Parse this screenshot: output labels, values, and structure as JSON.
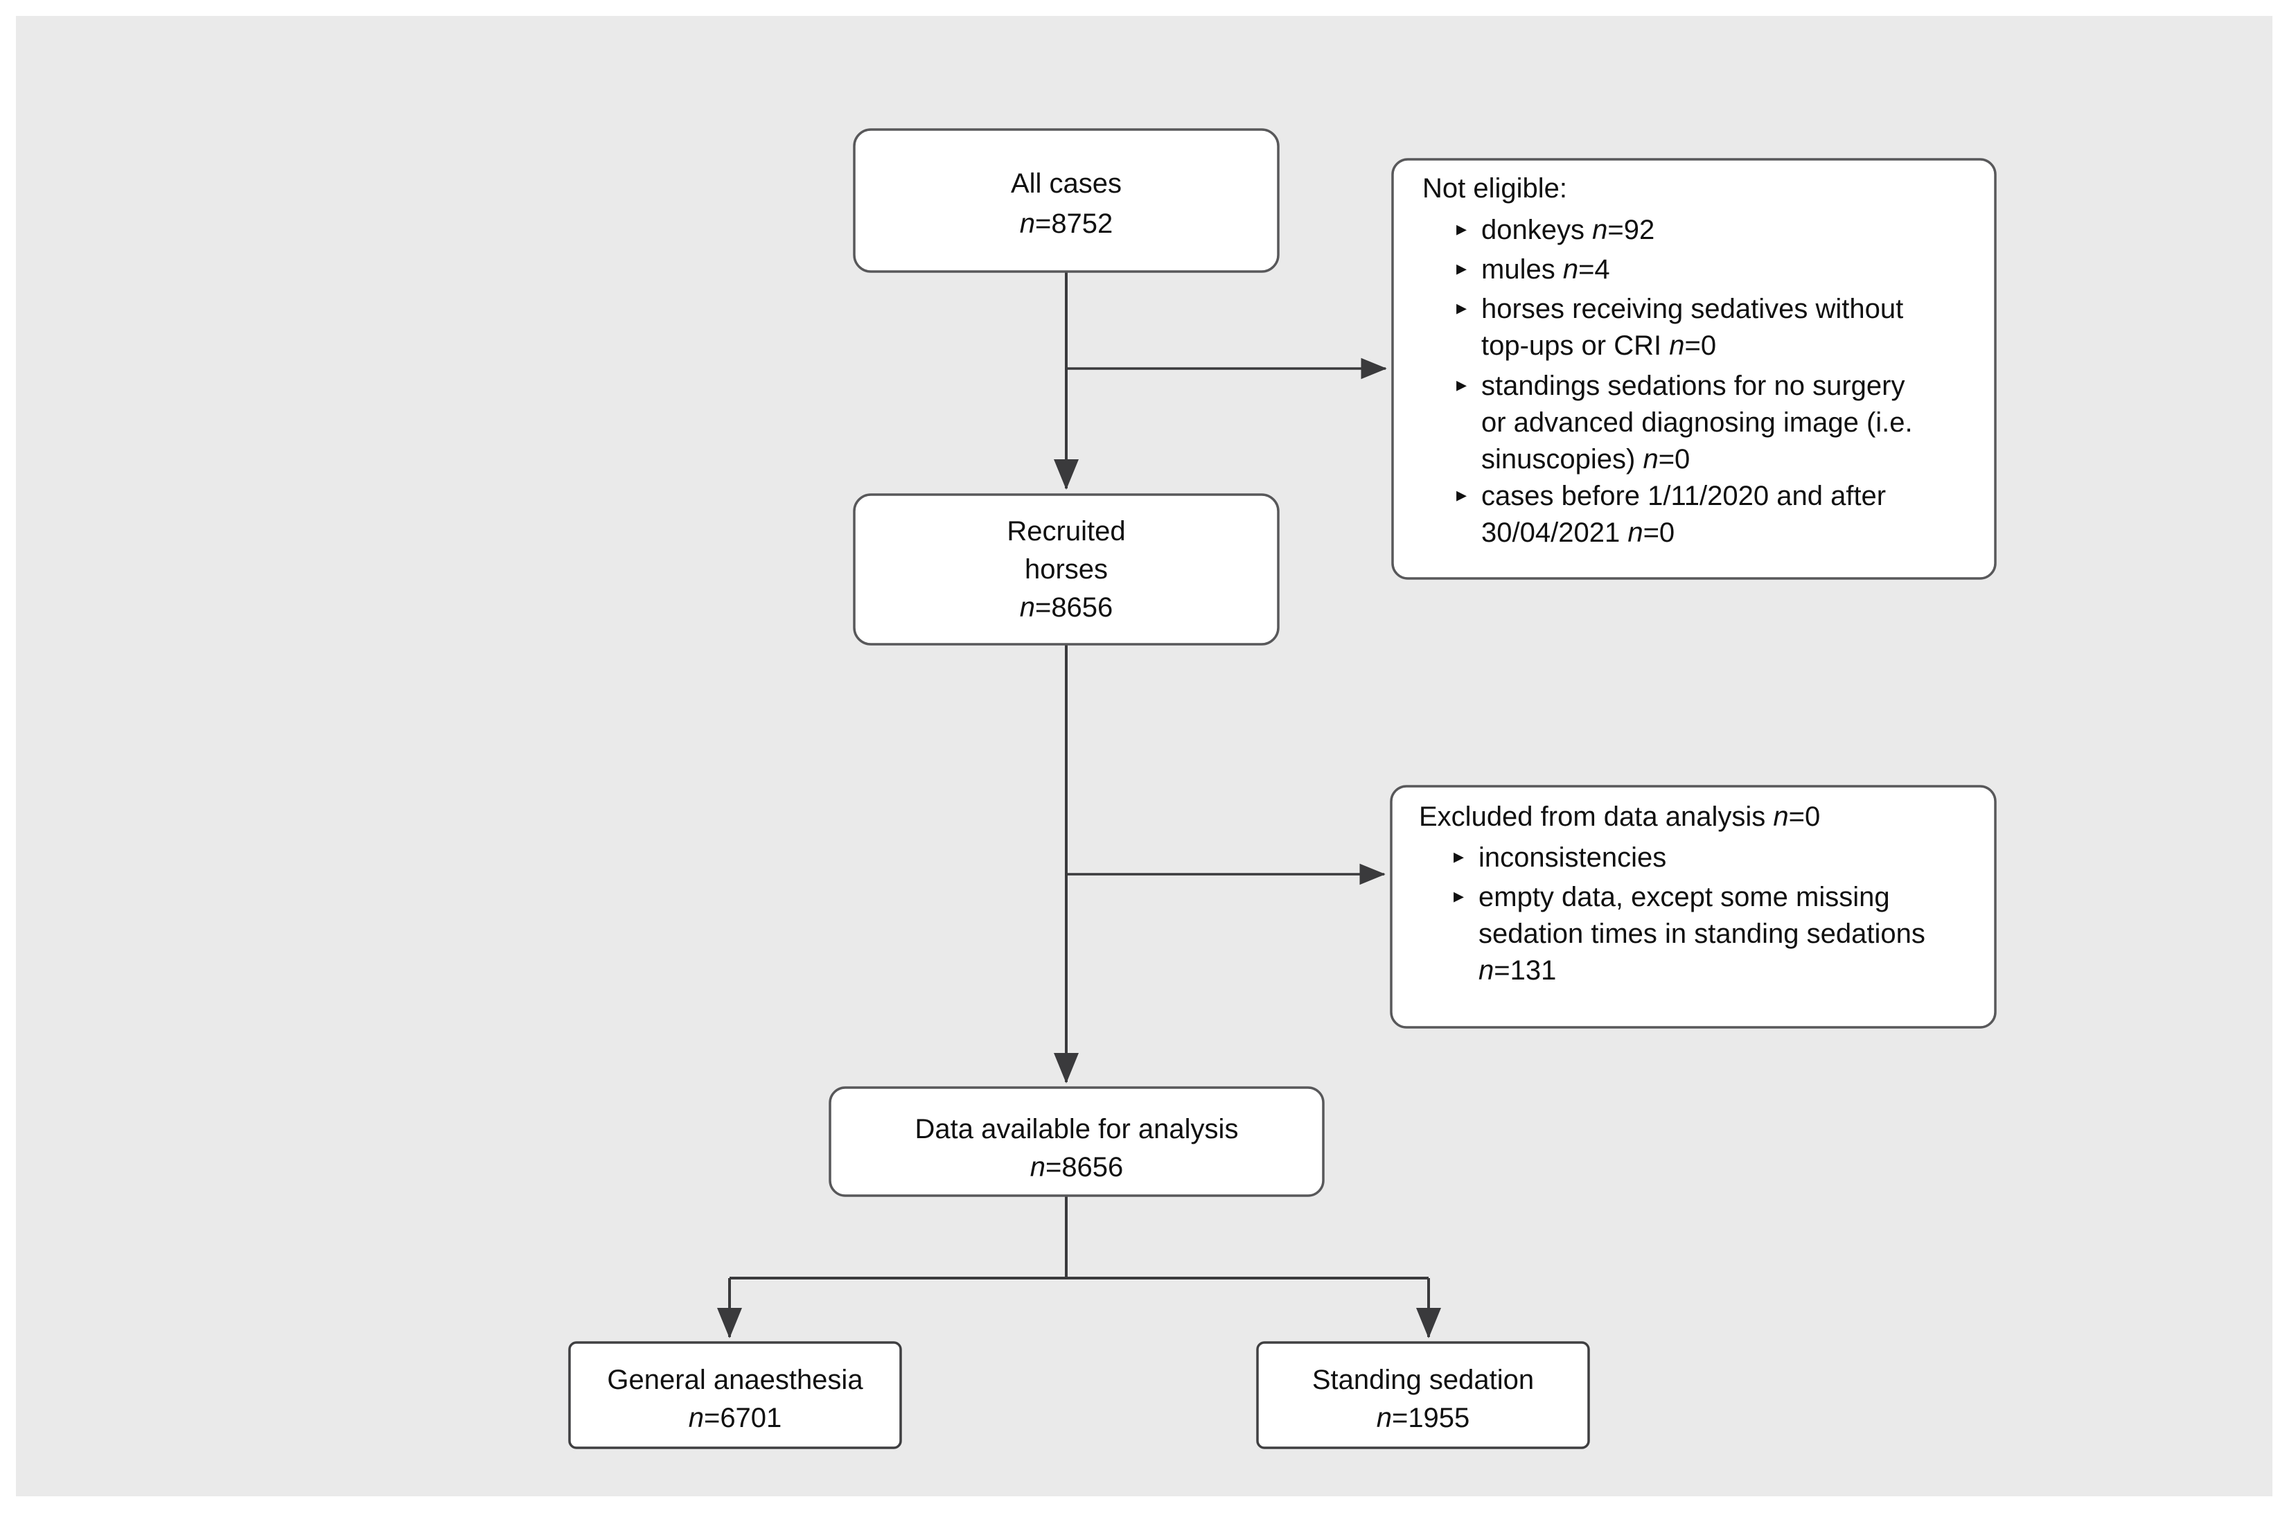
{
  "figure": {
    "type": "flow-diagram",
    "title": "Case selection flow diagram",
    "background_color": "#eaeaea",
    "page_color": "#ffffff",
    "box_fill": "#ffffff",
    "box_border_color": "#58585a",
    "connector_color": "#3a3a3c",
    "text_color": "#101010"
  },
  "nodes": {
    "all_cases": {
      "label": "All cases",
      "count_prefix": "n",
      "count_sep": "=",
      "count_value": "8752"
    },
    "not_eligible": {
      "heading": "Not eligible:",
      "bullet_glyph": "▸",
      "items": [
        {
          "lines": [
            "donkeys "
          ],
          "italic_n": "n",
          "sep": "=",
          "value": "92",
          "tail_on_line": 0
        },
        {
          "lines": [
            "mules "
          ],
          "italic_n": "n",
          "sep": "=",
          "value": "4",
          "tail_on_line": 0
        },
        {
          "lines": [
            "horses receiving sedatives without",
            "top-ups or CRI "
          ],
          "italic_n": "n",
          "sep": "=",
          "value": "0",
          "tail_on_line": 1
        },
        {
          "lines": [
            "standings sedations for no surgery",
            "or advanced diagnosing image (i.e.",
            "sinuscopies) "
          ],
          "italic_n": "n",
          "sep": "=",
          "value": "0",
          "tail_on_line": 2
        },
        {
          "lines": [
            "cases before 1/11/2020 and after",
            "30/04/2021 "
          ],
          "italic_n": "n",
          "sep": "=",
          "value": "0",
          "tail_on_line": 1
        }
      ]
    },
    "recruited_horses": {
      "label_line1": "Recruited",
      "label_line2": "horses",
      "count_prefix": "n",
      "count_sep": "=",
      "count_value": "8656"
    },
    "excluded": {
      "heading_text": "Excluded from data analysis ",
      "heading_n": "n",
      "heading_sep": "=",
      "heading_value": "0",
      "bullet_glyph": "▸",
      "items": [
        {
          "lines": [
            "inconsistencies"
          ],
          "italic_n": "",
          "sep": "",
          "value": "",
          "tail_on_line": -1
        },
        {
          "lines": [
            "empty data, except some missing",
            "sedation times in standing sedations",
            ""
          ],
          "italic_n": "n",
          "sep": "=",
          "value": "131",
          "tail_on_line": 2
        }
      ]
    },
    "data_available": {
      "label": "Data available for analysis",
      "count_prefix": "n",
      "count_sep": "=",
      "count_value": "8656"
    },
    "general_anaesthesia": {
      "label": "General anaesthesia",
      "count_prefix": "n",
      "count_sep": "=",
      "count_value": "6701"
    },
    "standing_sedation": {
      "label": "Standing sedation",
      "count_prefix": "n",
      "count_sep": "=",
      "count_value": "1955"
    }
  },
  "connectors": [
    {
      "name": "all-cases-to-recruited",
      "from": "all_cases",
      "to": "recruited_horses",
      "arrow": true
    },
    {
      "name": "all-cases-to-not-eligible",
      "from": "all_cases",
      "to": "not_eligible",
      "arrow": true
    },
    {
      "name": "recruited-to-data-available",
      "from": "recruited_horses",
      "to": "data_available",
      "arrow": true
    },
    {
      "name": "recruited-to-excluded",
      "from": "recruited_horses",
      "to": "excluded",
      "arrow": true
    },
    {
      "name": "data-available-to-general-anaesthesia",
      "from": "data_available",
      "to": "general_anaesthesia",
      "arrow": true
    },
    {
      "name": "data-available-to-standing-sedation",
      "from": "data_available",
      "to": "standing_sedation",
      "arrow": true
    }
  ]
}
